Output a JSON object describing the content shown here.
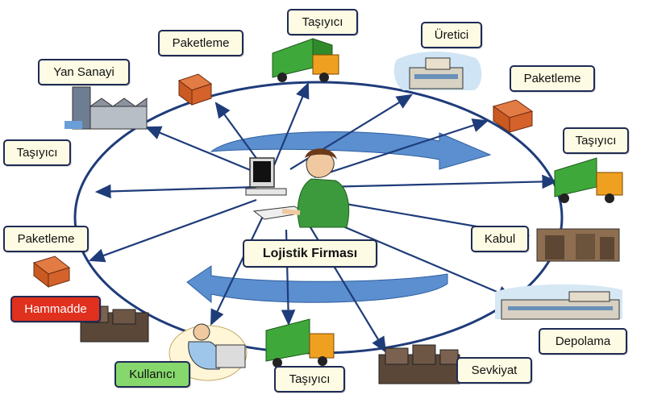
{
  "diagram": {
    "center_label": "Lojistik Firması",
    "nodes": {
      "yan_sanayi": "Yan Sanayi",
      "paketleme_top": "Paketleme",
      "tasiyici_top": "Taşıyıcı",
      "uretici": "Üretici",
      "paketleme_right": "Paketleme",
      "tasiyici_right": "Taşıyıcı",
      "kabul": "Kabul",
      "depolama": "Depolama",
      "sevkiyat": "Sevkiyat",
      "tasiyici_bottom": "Taşıyıcı",
      "kullanici": "Kullanıcı",
      "hammadde": "Hammadde",
      "paketleme_left": "Paketleme",
      "tasiyici_left": "Taşıyıcı"
    },
    "colors": {
      "ellipse": "#1f3c7a",
      "arrow": "#1f3c7a",
      "swirl": "#5b8fcf",
      "label_border": "#1f2a55",
      "label_bg": "#fdfbe3",
      "hammadde_bg": "#e0301e",
      "kullanici_bg": "#86d86c",
      "truck_box": "#3fa83b",
      "truck_cab": "#f0a020",
      "package": "#d4622a"
    }
  }
}
